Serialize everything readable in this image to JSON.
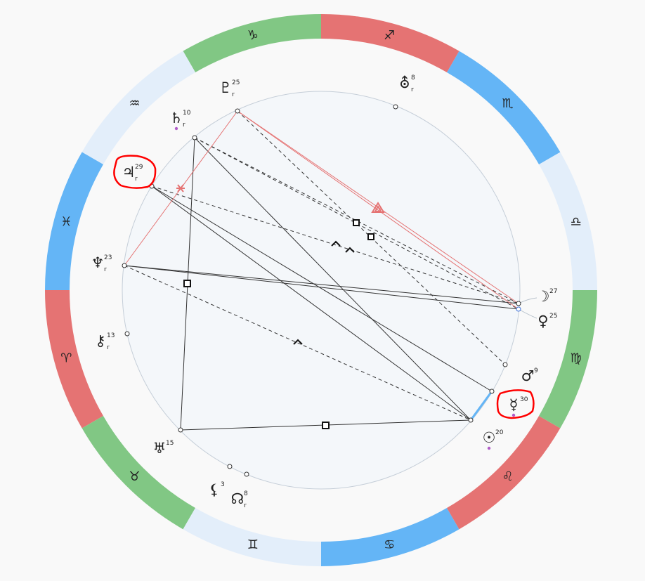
{
  "zodiac": [
    {
      "glyph": "♈",
      "color": "#e57373"
    },
    {
      "glyph": "♉",
      "color": "#81c784"
    },
    {
      "glyph": "♊",
      "color": "#e3eefa"
    },
    {
      "glyph": "♋",
      "color": "#64b5f6"
    },
    {
      "glyph": "♌",
      "color": "#e57373"
    },
    {
      "glyph": "♍",
      "color": "#81c784"
    },
    {
      "glyph": "♎",
      "color": "#e3eefa"
    },
    {
      "glyph": "♏",
      "color": "#64b5f6"
    },
    {
      "glyph": "♐",
      "color": "#e57373"
    },
    {
      "glyph": "♑",
      "color": "#81c784"
    },
    {
      "glyph": "♒",
      "color": "#e3eefa"
    },
    {
      "glyph": "♓",
      "color": "#64b5f6"
    }
  ],
  "planets": [
    {
      "name": "pluto",
      "glyph": "♇",
      "degree": "25",
      "retro": "r",
      "dot": false
    },
    {
      "name": "uranus-north",
      "glyph": "⛢",
      "degree": "8",
      "retro": "r",
      "dot": false
    },
    {
      "name": "saturn",
      "glyph": "♄",
      "degree": "10",
      "retro": "r",
      "dot": true
    },
    {
      "name": "jupiter",
      "glyph": "♃",
      "degree": "29",
      "retro": "r",
      "dot": false
    },
    {
      "name": "neptune",
      "glyph": "♆",
      "degree": "23",
      "retro": "r",
      "dot": false
    },
    {
      "name": "chiron",
      "glyph": "⚷",
      "degree": "13",
      "retro": "r",
      "dot": false
    },
    {
      "name": "uranus",
      "glyph": "♅",
      "degree": "15",
      "retro": "",
      "dot": false
    },
    {
      "name": "lilith",
      "glyph": "⚸",
      "degree": "3",
      "retro": "",
      "dot": false
    },
    {
      "name": "node",
      "glyph": "☊",
      "degree": "8",
      "retro": "r",
      "dot": false
    },
    {
      "name": "moon",
      "glyph": "☽",
      "degree": "27",
      "retro": "",
      "dot": false
    },
    {
      "name": "venus",
      "glyph": "♀",
      "degree": "25",
      "retro": "",
      "dot": false
    },
    {
      "name": "mars",
      "glyph": "♂",
      "degree": "9",
      "retro": "",
      "dot": false
    },
    {
      "name": "mercury",
      "glyph": "☿",
      "degree": "30",
      "retro": "",
      "dot": true
    },
    {
      "name": "sun",
      "glyph": "☉",
      "degree": "20",
      "retro": "",
      "dot": true
    }
  ],
  "colors": {
    "aspect_line": "#333333",
    "trine": "#e57373",
    "conjunction": "#64b5f6",
    "highlight": "#ff0000",
    "inner_circle_fill": "#f4f7fa",
    "inner_circle_stroke": "#c5ced8",
    "dot": "#b05cc8"
  },
  "highlighted": [
    "jupiter",
    "mercury"
  ],
  "aspect_symbols": {
    "square": "◻",
    "trine": "△",
    "sextile": "⚹",
    "quincunx": "⚻"
  }
}
